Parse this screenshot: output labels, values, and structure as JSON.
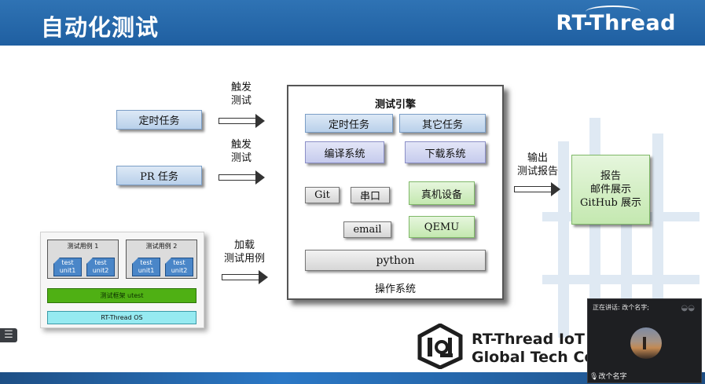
{
  "slide": {
    "title": "自动化测试",
    "brand": "RT-Thread"
  },
  "triggers": {
    "timer_task": "定时任务",
    "pr_task": "PR 任务",
    "trigger_label_1a": "触发",
    "trigger_label_1b": "测试",
    "trigger_label_2a": "触发",
    "trigger_label_2b": "测试",
    "load_label_a": "加载",
    "load_label_b": "测试用例"
  },
  "framework": {
    "case1_title": "测试用例 1",
    "case2_title": "测试用例 2",
    "unit_line1": "test",
    "unit1_line2": "unit1",
    "unit2_line2": "unit2",
    "utest_label": "测试框架 utest",
    "os_label": "RT-Thread OS"
  },
  "engine": {
    "title": "测试引擎",
    "timer_task": "定时任务",
    "other_task": "其它任务",
    "build_system": "编译系统",
    "download_system": "下载系统",
    "git": "Git",
    "serial": "串口",
    "real_device": "真机设备",
    "email": "email",
    "qemu": "QEMU",
    "python": "python",
    "os_label": "操作系统"
  },
  "output": {
    "label_a": "输出",
    "label_b": "测试报告",
    "report_line1": "报告",
    "report_line2": "邮件展示",
    "report_line3": "GitHub 展示"
  },
  "footer": {
    "iot_line1": "RT-Thread IoT C",
    "iot_line2": "Global Tech Co"
  },
  "video": {
    "speaking_label": "正在讲话: 改个名字;",
    "participant_name": "改个名字"
  },
  "controls": {
    "toggle_icon": "list-icon"
  },
  "colors": {
    "header_blue": "#2f73b4",
    "utest_green": "#4fb014",
    "os_cyan": "#96eaf1"
  }
}
